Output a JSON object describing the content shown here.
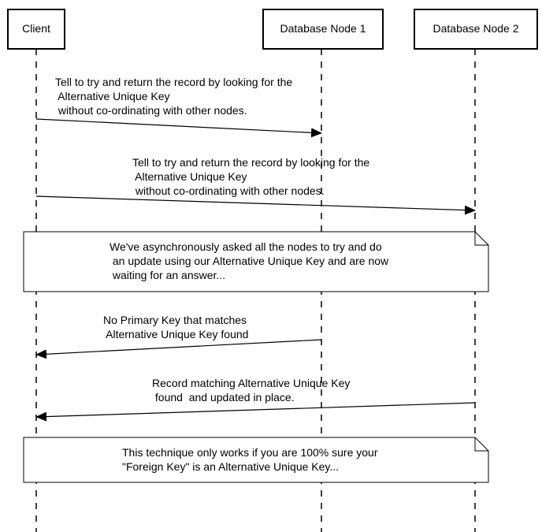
{
  "participants": [
    {
      "id": "client",
      "label": "Client"
    },
    {
      "id": "node1",
      "label": "Database Node 1"
    },
    {
      "id": "node2",
      "label": "Database Node 2"
    }
  ],
  "messages": [
    {
      "from": "client",
      "to": "node1",
      "lines": [
        "Tell to try and return the record by looking for the",
        " Alternative Unique Key",
        " without co-ordinating with other nodes."
      ]
    },
    {
      "from": "client",
      "to": "node2",
      "lines": [
        "Tell to try and return the record by looking for the",
        " Alternative Unique Key",
        " without co-ordinating with other nodes."
      ]
    },
    {
      "from": "node1",
      "to": "client",
      "lines": [
        "No Primary Key that matches",
        " Alternative Unique Key found"
      ]
    },
    {
      "from": "node2",
      "to": "client",
      "lines": [
        "Record matching Alternative Unique Key",
        " found  and updated in place."
      ]
    }
  ],
  "notes": [
    {
      "lines": [
        "We've asynchronously asked all the nodes to try and do",
        " an update using our Alternative Unique Key and are now",
        " waiting for an answer..."
      ]
    },
    {
      "lines": [
        "This technique only works if you are 100% sure your",
        "\"Foreign Key\" is an Alternative Unique Key..."
      ]
    }
  ]
}
